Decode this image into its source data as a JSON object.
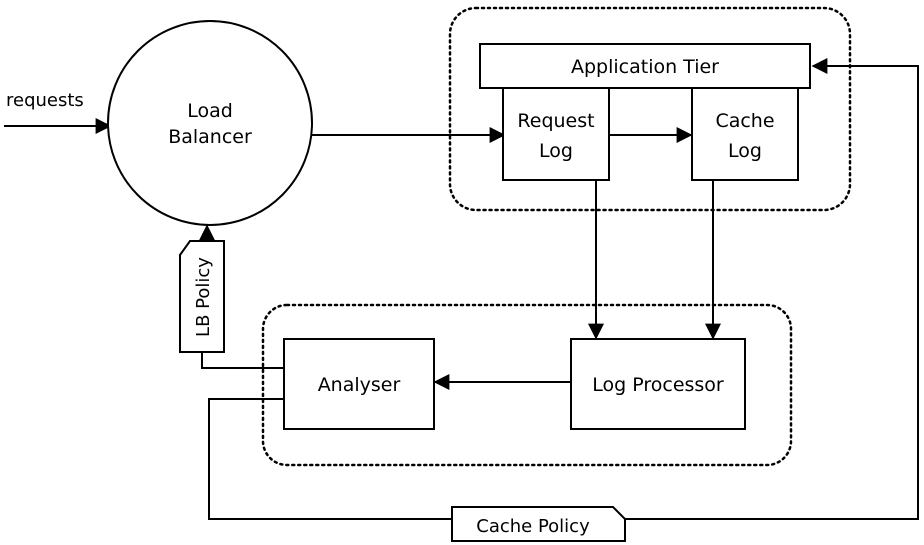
{
  "diagram": {
    "requests_label": "requests",
    "load_balancer": {
      "line1": "Load",
      "line2": "Balancer"
    },
    "application_tier": "Application Tier",
    "request_log": {
      "line1": "Request",
      "line2": "Log"
    },
    "cache_log": {
      "line1": "Cache",
      "line2": "Log"
    },
    "log_processor": "Log Processor",
    "analyser": "Analyser",
    "lb_policy": "LB Policy",
    "cache_policy": "Cache Policy"
  }
}
